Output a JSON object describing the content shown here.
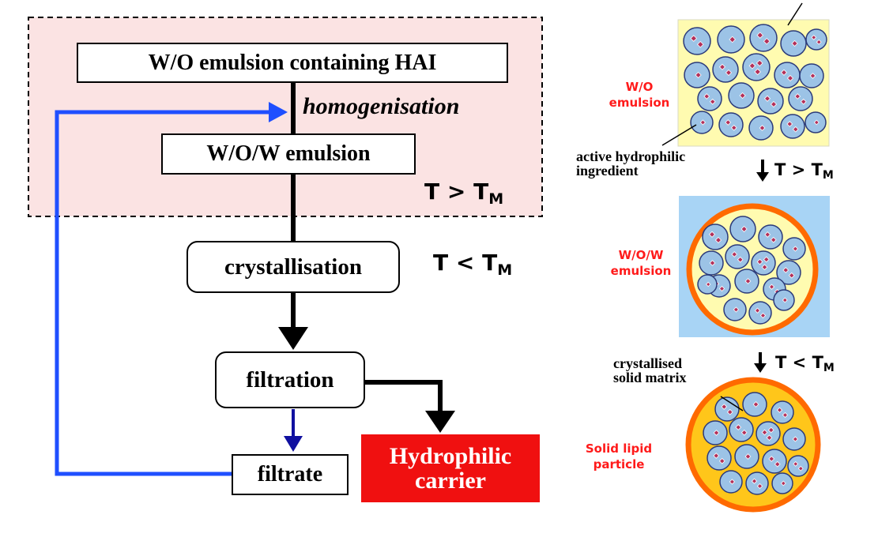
{
  "flow": {
    "emulsion_box": "W/O emulsion containing HAI",
    "homogenisation": "homogenisation",
    "wow_box": "W/O/W emulsion",
    "cond_above": {
      "t": "T",
      "op": ">",
      "sym": "T",
      "sub": "M"
    },
    "crystallisation": "crystallisation",
    "cond_below": {
      "t": "T",
      "op": "<",
      "sym": "T",
      "sub": "M"
    },
    "filtration": "filtration",
    "filtrate": "filtrate",
    "carrier_line1": "Hydrophilic",
    "carrier_line2": "carrier"
  },
  "panel": {
    "wo_line1": "W/O",
    "wo_line2": "emulsion",
    "active_line1": "active hydrophilic",
    "active_line2": "ingredient",
    "arrow1": {
      "t": "T",
      "op": ">",
      "sym": "T",
      "sub": "M"
    },
    "wow_line1": "W/O/W",
    "wow_line2": "emulsion",
    "cryst_line1": "crystallised",
    "cryst_line2": "solid matrix",
    "arrow2": {
      "t": "T",
      "op": "<",
      "sym": "T",
      "sub": "M"
    },
    "slp_line1": "Solid lipid",
    "slp_line2": "particle"
  },
  "colors": {
    "pink_region": "#fbe3e3",
    "blue_line": "#1f4fff",
    "dark_blue_arrow": "#1010a0",
    "carrier_fill": "#f01010",
    "droplet_fill": "#9cc3e6",
    "oil_fill": "#fffbb0",
    "water_fill": "#a8d4f5",
    "shell_orange": "#ff6a00",
    "solid_fill": "#ffc61a",
    "hai_fill": "#b2305a"
  }
}
